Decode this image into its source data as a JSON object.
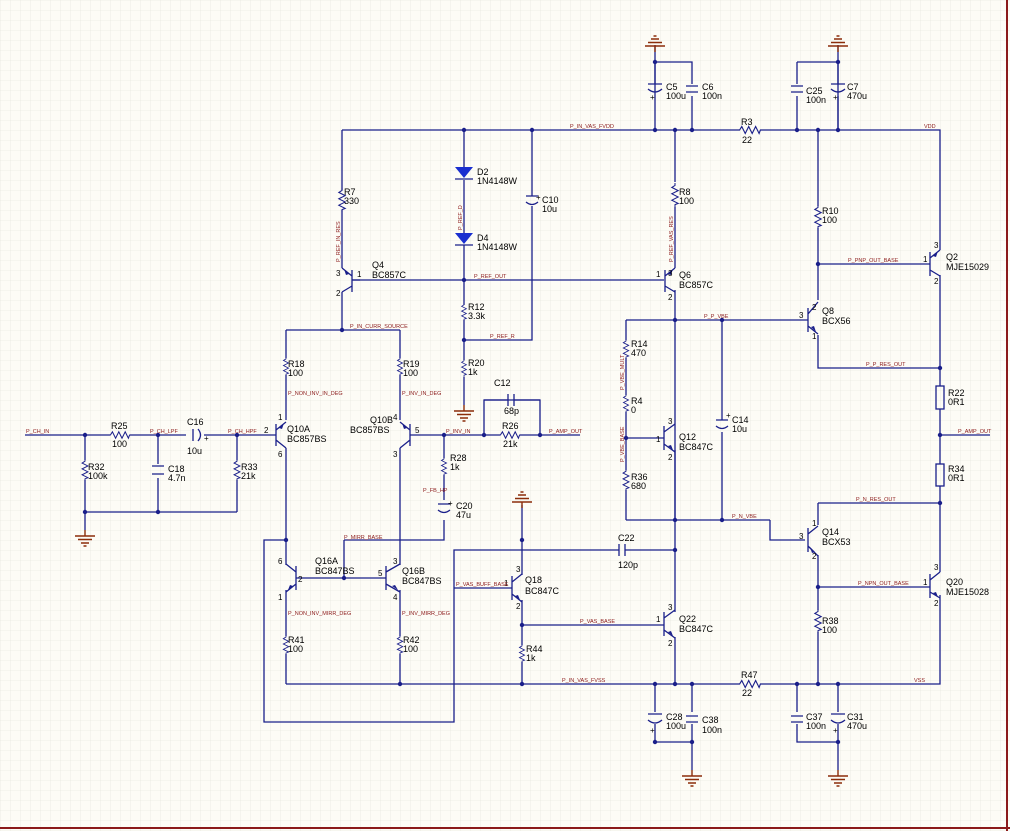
{
  "designators": {
    "R3": "R3",
    "R4": "R4",
    "R7": "R7",
    "R8": "R8",
    "R10": "R10",
    "R12": "R12",
    "R14": "R14",
    "R18": "R18",
    "R19": "R19",
    "R20": "R20",
    "R22": "R22",
    "R25": "R25",
    "R26": "R26",
    "R28": "R28",
    "R32": "R32",
    "R33": "R33",
    "R34": "R34",
    "R36": "R36",
    "R38": "R38",
    "R41": "R41",
    "R42": "R42",
    "R44": "R44",
    "R47": "R47",
    "C5": "C5",
    "C6": "C6",
    "C7": "C7",
    "C10": "C10",
    "C12": "C12",
    "C14": "C14",
    "C16": "C16",
    "C18": "C18",
    "C20": "C20",
    "C22": "C22",
    "C25": "C25",
    "C28": "C28",
    "C31": "C31",
    "C37": "C37",
    "C38": "C38",
    "D2": "D2",
    "D4": "D4",
    "Q2": "Q2",
    "Q4": "Q4",
    "Q6": "Q6",
    "Q8": "Q8",
    "Q10A": "Q10A",
    "Q10B": "Q10B",
    "Q12": "Q12",
    "Q14": "Q14",
    "Q16A": "Q16A",
    "Q16B": "Q16B",
    "Q18": "Q18",
    "Q20": "Q20",
    "Q22": "Q22"
  },
  "values": {
    "R3": "22",
    "R4": "0",
    "R7": "330",
    "R8": "100",
    "R10": "100",
    "R12": "3.3k",
    "R14": "470",
    "R18": "100",
    "R19": "100",
    "R20": "1k",
    "R22": "0R1",
    "R25": "100",
    "R26": "21k",
    "R28": "1k",
    "R32": "100k",
    "R33": "21k",
    "R34": "0R1",
    "R36": "680",
    "R38": "100",
    "R41": "100",
    "R42": "100",
    "R44": "1k",
    "R47": "22",
    "C5": "100u",
    "C6": "100n",
    "C7": "470u",
    "C10": "10u",
    "C12": "68p",
    "C14": "10u",
    "C16": "10u",
    "C18": "4.7n",
    "C20": "47u",
    "C22": "120p",
    "C25": "100n",
    "C28": "100u",
    "C31": "470u",
    "C37": "100n",
    "C38": "100n",
    "D2": "1N4148W",
    "D4": "1N4148W",
    "Q2": "MJE15029",
    "Q4": "BC857C",
    "Q6": "BC857C",
    "Q8": "BCX56",
    "Q10A": "BC857BS",
    "Q10B": "BC857BS",
    "Q12": "BC847C",
    "Q14": "BCX53",
    "Q16A": "BC847BS",
    "Q16B": "BC847BS",
    "Q18": "BC847C",
    "Q20": "MJE15028",
    "Q22": "BC847C"
  },
  "nets": {
    "in_vas_vdd": "P_IN_VAS_FVDD",
    "in_vas_vss": "P_IN_VAS_FVSS",
    "vdd": "VDD",
    "vss": "VSS",
    "ch_in": "P_CH_IN",
    "ch_lpf": "P_CH_LPF",
    "ch_hpf": "P_CH_HPF",
    "ref_in_res": "P_REF_IN_RES",
    "ref_d": "P_REF_D",
    "ref_vas_res": "P_REF_VAS_RES",
    "ref_out": "P_REF_OUT",
    "ref_r": "P_REF_R",
    "in_curr_source": "P_IN_CURR_SOURCE",
    "non_inv_in_deg": "P_NON_INV_IN_DEG",
    "inv_in_deg": "P_INV_IN_DEG",
    "inv_in": "P_INV_IN",
    "amp_out_fb": "P_AMP_OUT",
    "fb_hp": "P_FB_HP",
    "mirr_base": "P_MIRR_BASE",
    "non_inv_mirr_deg": "P_NON_INV_MIRR_DEG",
    "inv_mirr_deg": "P_INV_MIRR_DEG",
    "vas_buff_base": "P_VAS_BUFF_BASE",
    "vas_base": "P_VAS_BASE",
    "p_vbe": "P_P_VBE",
    "n_vbe": "P_N_VBE",
    "vbe_mult": "P_VBE_MULT",
    "vbe_base": "P_VBE_BASE",
    "pnp_out_base": "P_PNP_OUT_BASE",
    "npn_out_base": "P_NPN_OUT_BASE",
    "p_res_out": "P_P_RES_OUT",
    "n_res_out": "P_N_RES_OUT",
    "amp_out": "P_AMP_OUT"
  },
  "pins": {
    "p1": "1",
    "p2": "2",
    "p3": "3",
    "p4": "4",
    "p5": "5",
    "p6": "6",
    "plus": "+"
  },
  "colors": {
    "wire": "#1a1f8a",
    "diode": "#1a2fd0",
    "ground": "#8b2d0a",
    "net_label": "#8b1a1a",
    "grid": "#e3e2da",
    "background": "#fdfcf6"
  }
}
